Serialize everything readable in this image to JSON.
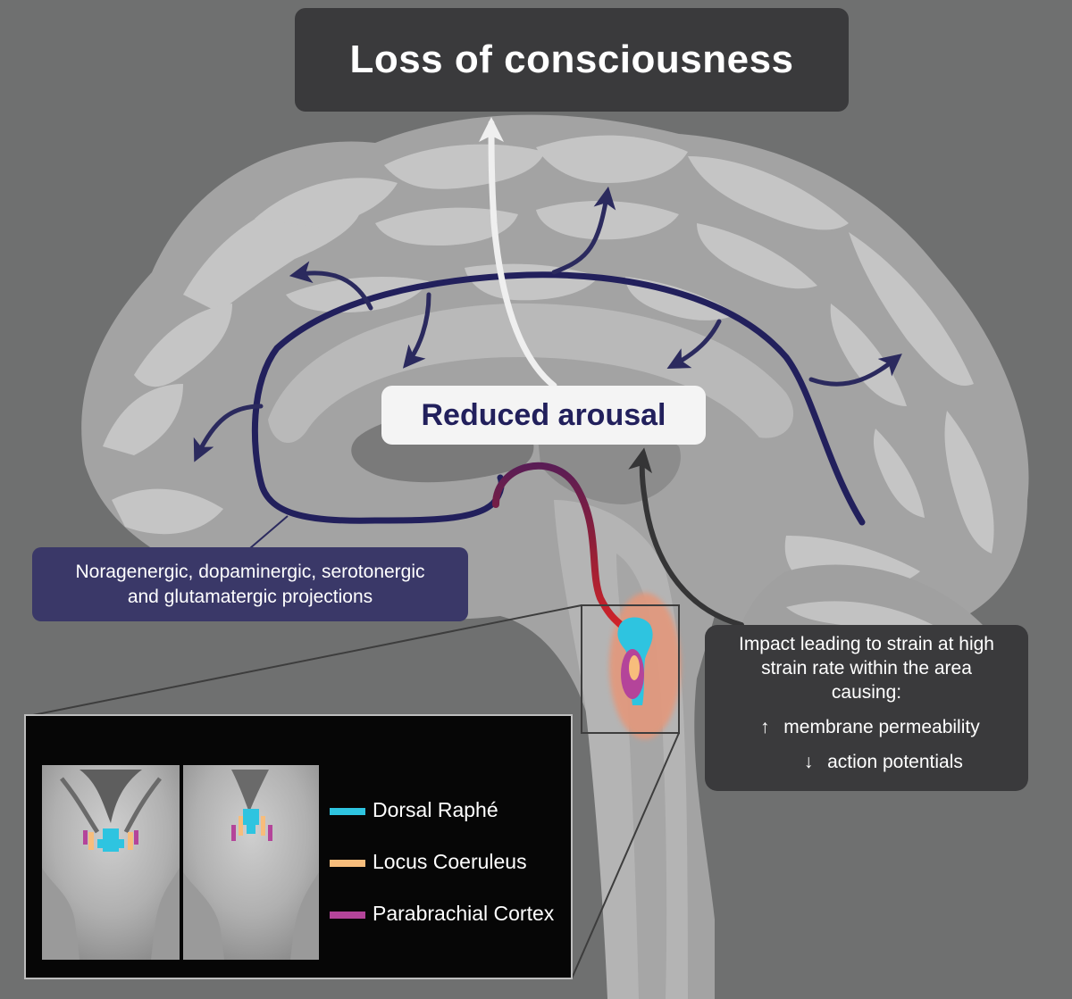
{
  "title": "Loss of consciousness",
  "center_label": "Reduced arousal",
  "projections_label": {
    "line1": "Noragenergic, dopaminergic, serotonergic",
    "line2": "and glutamatergic projections"
  },
  "impact": {
    "line1": "Impact leading to strain at high",
    "line2": "strain rate within the area",
    "line3": "causing:",
    "effects": [
      {
        "arrow": "↑",
        "text": "membrane permeability"
      },
      {
        "arrow": "↓",
        "text": "action potentials"
      }
    ]
  },
  "legend": [
    {
      "label": "Dorsal Raphé",
      "color": "#2ec4e0"
    },
    {
      "label": "Locus Coeruleus",
      "color": "#f7bd7c"
    },
    {
      "label": "Parabrachial Cortex",
      "color": "#b4449a"
    }
  ],
  "colors": {
    "background": "#6f7070",
    "brain_outer": "#a3a3a3",
    "brain_gyri": "#c4c4c4",
    "projection_navy": "#22205c",
    "pathway_red": "#c22a2e",
    "highlight_orange": "#e39a7a"
  }
}
